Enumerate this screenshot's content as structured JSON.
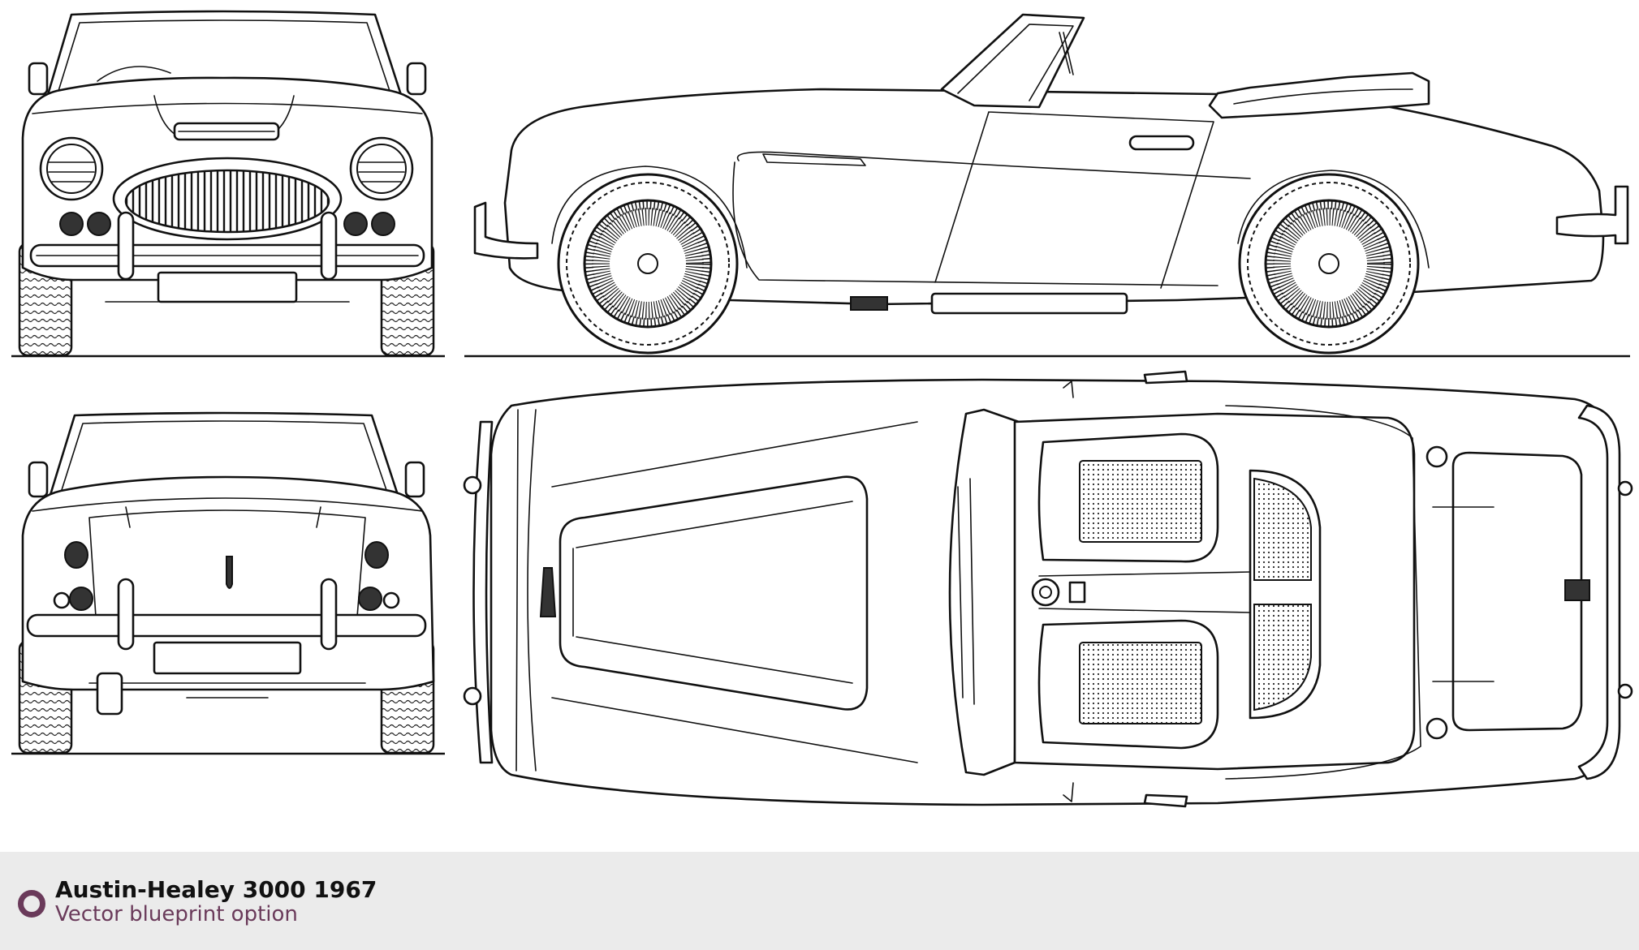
{
  "caption": {
    "title": "Austin-Healey 3000 1967",
    "subtitle": "Vector blueprint option",
    "marker_icon": "circle-ring-icon",
    "accent_color": "#6a3a5a",
    "bar_color": "#ebebeb"
  },
  "views": [
    "front",
    "side",
    "rear",
    "top"
  ]
}
